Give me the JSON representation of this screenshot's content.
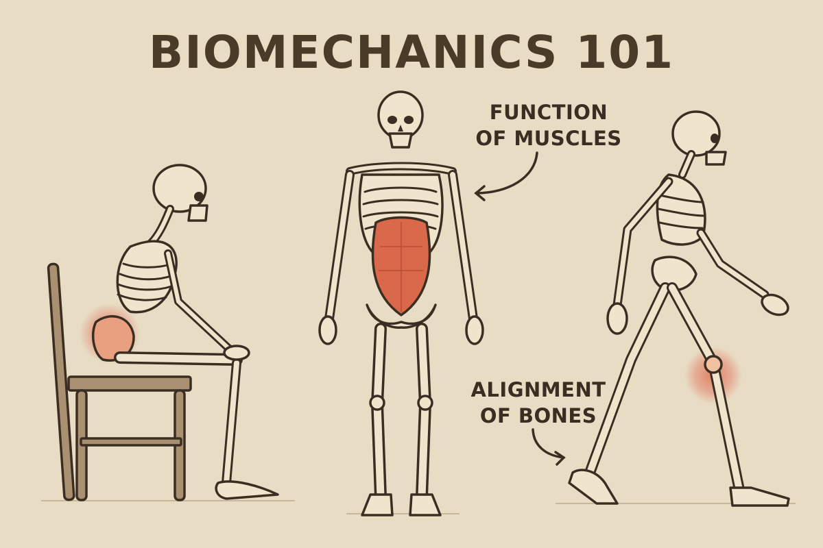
{
  "title": "BIOMECHANICS 101",
  "labels": {
    "muscles": [
      "FUNCTION",
      "OF MUSCLES"
    ],
    "bones": [
      "ALIGNMENT",
      "OF BONES"
    ]
  },
  "figures": [
    {
      "name": "seated-skeleton",
      "pose": "sitting slouched on chair",
      "highlight": "lower back / pelvis"
    },
    {
      "name": "standing-skeleton",
      "pose": "standing front view",
      "highlight": "abdominal muscles"
    },
    {
      "name": "walking-skeleton",
      "pose": "walking side view",
      "highlight": "knee joint"
    }
  ],
  "colors": {
    "background": "#e8dcc4",
    "ink": "#3a2e22",
    "bone": "#efe4cc",
    "muscle": "#d9694a",
    "highlight": "#e0705a",
    "chair": "#a89070"
  }
}
